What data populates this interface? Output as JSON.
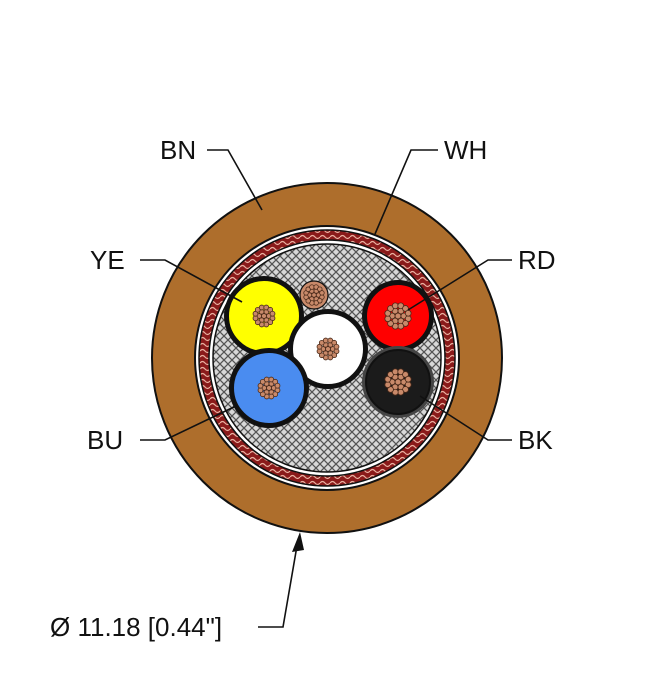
{
  "cable": {
    "conductors": [
      {
        "code": "BN",
        "color": "#ae6e2c"
      },
      {
        "code": "WH",
        "color": "#ffffff"
      },
      {
        "code": "YE",
        "color": "#ffff00"
      },
      {
        "code": "RD",
        "color": "#ff0000"
      },
      {
        "code": "BU",
        "color": "#4a8cf0"
      },
      {
        "code": "BK",
        "color": "#1b1b1b"
      }
    ],
    "dimension": "Ø 11.18 [0.44\"]",
    "jacket_color": "#ae6e2c",
    "strand_color": "#c98a6a"
  },
  "icons": [
    "cable-cross-section-icon",
    "dimension-arrow-icon"
  ]
}
